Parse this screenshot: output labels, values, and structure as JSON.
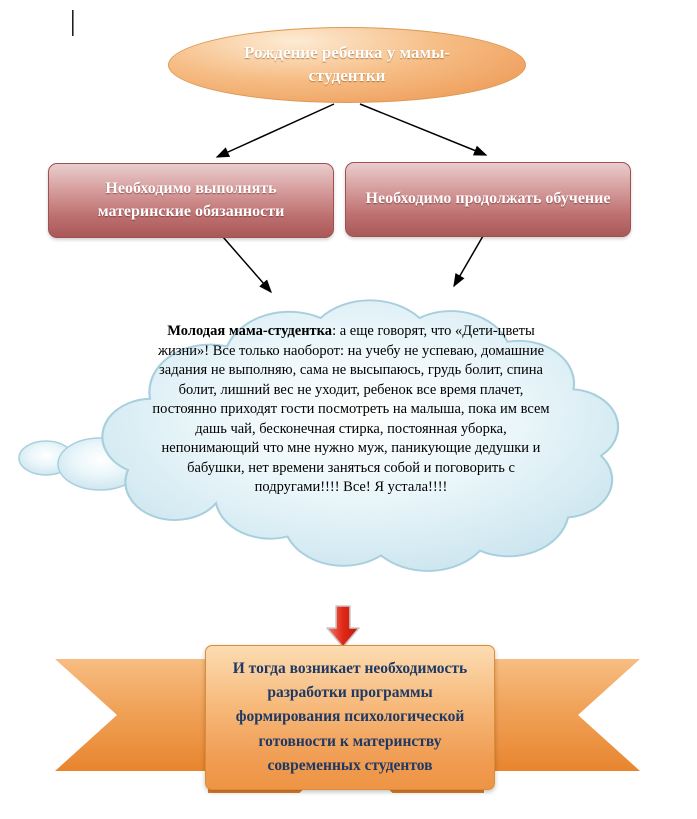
{
  "artifacts": {
    "text_cursor": "|"
  },
  "ellipse": {
    "label": "Рождение ребенка у мамы-студентки"
  },
  "boxes": {
    "left": {
      "label": "Необходимо выполнять материнские обязанности"
    },
    "right": {
      "label": "Необходимо продолжать обучение"
    }
  },
  "cloud": {
    "lead": "Молодая мама-студентка",
    "rest": ": а еще говорят, что «Дети-цветы жизни»! Все только наоборот: на учебу не успеваю, домашние задания не выполняю, сама не высыпаюсь, грудь болит, спина болит, лишний вес не уходит, ребенок все время плачет, постоянно приходят гости посмотреть на малыша, пока им всем дашь чай, бесконечная стирка, постоянная уборка, непонимающий что мне нужно муж, паникующие дедушки и бабушки, нет времени заняться собой и поговорить с подругами!!!! Все! Я устала!!!!"
  },
  "banner": {
    "label": "И тогда возникает необходимость разработки программы формирования психологической готовности к материнству современных студентов"
  },
  "colors": {
    "ellipse_fill": "#f6bd85",
    "ellipse_border": "#dd9a55",
    "box_fill_top": "#e9cdcd",
    "box_fill_bottom": "#aa5858",
    "cloud_fill": "#d7ebf3",
    "cloud_stroke": "#a8cfdd",
    "connector": "#000000",
    "red_arrow": "#e0261b",
    "banner_band": "#f0a258",
    "banner_panel": "#f7bb7d",
    "banner_text": "#1f3864",
    "heading_text": "#ffffff"
  }
}
